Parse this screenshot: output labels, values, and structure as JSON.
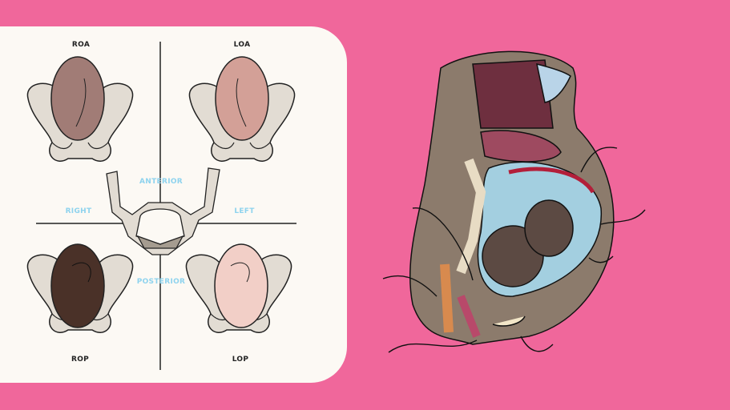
{
  "positions": {
    "roa": "ROA",
    "loa": "LOA",
    "rop": "ROP",
    "lop": "LOP"
  },
  "directions": {
    "anterior": "ANTERIOR",
    "posterior": "POSTERIOR",
    "right": "RIGHT",
    "left": "LEFT"
  },
  "colors": {
    "background": "#f0679b",
    "panel": "#fcf9f4",
    "direction_label": "#8ed3ee",
    "fetus_roa": "#a17c76",
    "fetus_loa": "#d3a097",
    "fetus_rop": "#4a3128",
    "fetus_lop": "#f2cfc7"
  }
}
